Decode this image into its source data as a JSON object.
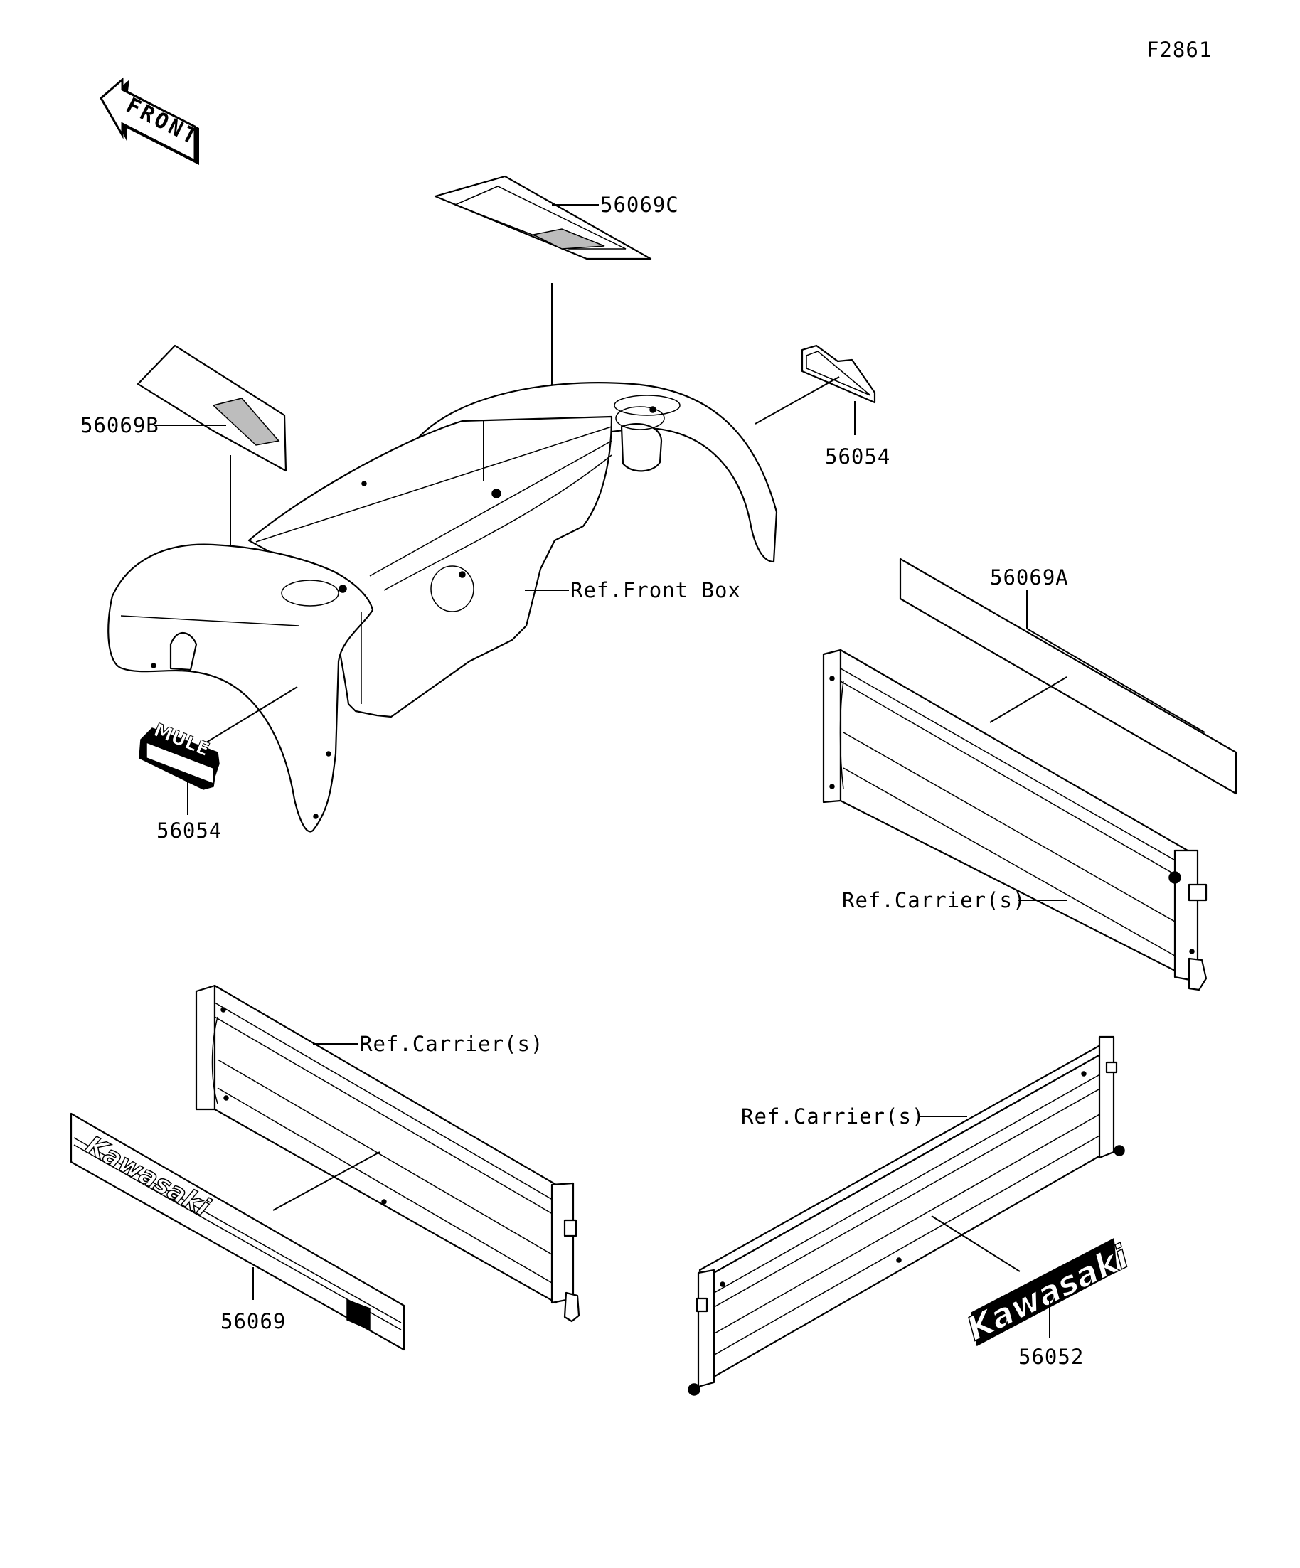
{
  "figure_id": "F2861",
  "front_arrow_text": "FRONT",
  "labels": {
    "p_56069C": "56069C",
    "p_56069B": "56069B",
    "p_56054_right": "56054",
    "p_56054_left": "56054",
    "ref_front_box": "Ref.Front Box",
    "p_56069A": "56069A",
    "ref_carrier_right": "Ref.Carrier(s)",
    "ref_carrier_left": "Ref.Carrier(s)",
    "ref_carrier_bottom": "Ref.Carrier(s)",
    "p_56069": "56069",
    "p_56052": "56052"
  },
  "decal_text": {
    "mule": "MULE",
    "kawasaki_long": "Kawasaki",
    "kawasaki_emblem": "Kawasaki"
  }
}
